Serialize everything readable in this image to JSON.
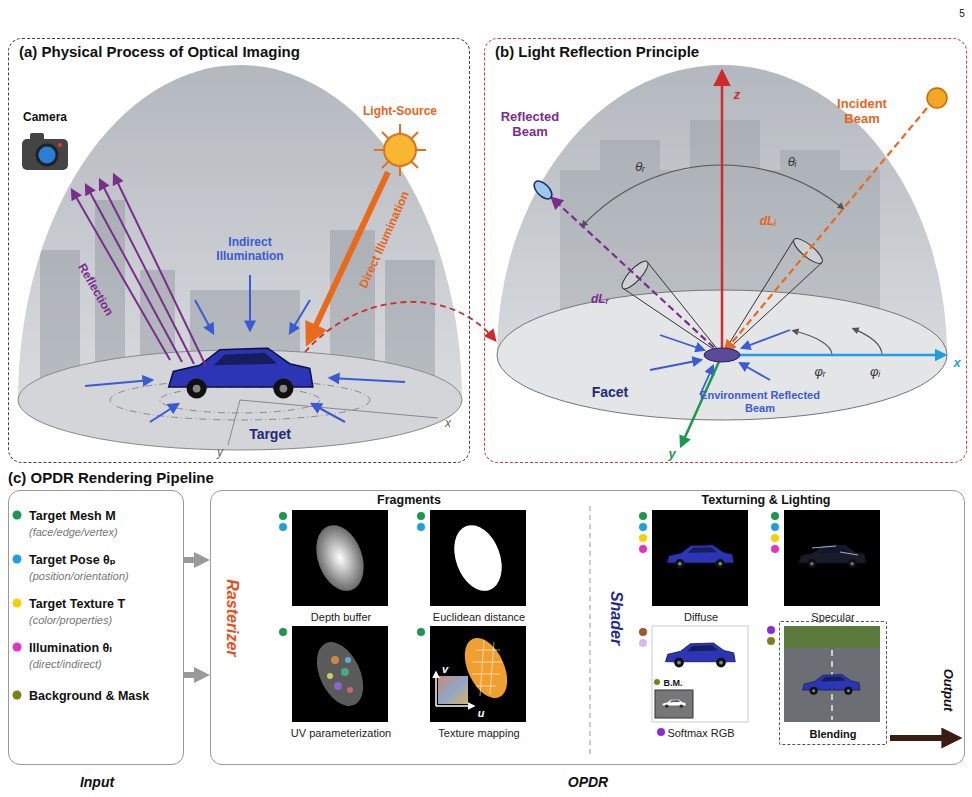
{
  "diagram": {
    "nodes": [
      {
        "text": [
          "(a) Physical Process of Optical Imaging"
        ]
      },
      {
        "text": [
          "(b) Light Reflection Principle"
        ]
      },
      {
        "text": [
          "Target Mesh M",
          "(face/edge/vertex)",
          "Target Pose θₚ",
          "(position/orientation)",
          "Target Texture T",
          "(color/properties)",
          "Illumination θₗ",
          "(direct/indirect)",
          "Background & Mask",
          "Input"
        ]
      },
      {
        "text": [
          "OPDR"
        ]
      },
      {
        "text": [
          "Depth buffer"
        ],
        "in": 3
      },
      {
        "text": [
          "Euclidean distance"
        ],
        "in": 3
      },
      {
        "text": [
          "UV parameterization"
        ],
        "in": 3
      },
      {
        "text": [
          "v",
          "u",
          "Texture mapping"
        ],
        "in": 3
      },
      {
        "text": [
          "Diffuse"
        ],
        "in": 3
      },
      {
        "text": [
          "Specular"
        ],
        "in": 3
      },
      {
        "text": [
          "B.M.",
          "Softmax RGB"
        ],
        "in": 3
      },
      {
        "text": [
          "Blending"
        ],
        "in": 3
      }
    ],
    "edges": [
      {
        "from": 2,
        "to": 3,
        "arrow": "to"
      },
      {
        "from": 2,
        "to": 3,
        "arrow": "to"
      }
    ],
    "labels": [
      "5",
      "Camera",
      "Light-Source",
      "Reflection",
      "Indirect Illumination",
      "Direct Illumination",
      "Target",
      "x",
      "y",
      "Reflected Beam",
      "Incident Beam",
      "z",
      "θᵣ",
      "θᵢ",
      "dLᵣ",
      "dLᵢ",
      "Facet",
      "φᵣ",
      "φᵢ",
      "x",
      "y",
      "Environment Reflected Beam",
      "(c) OPDR Rendering Pipeline",
      "Fragments",
      "Texturning & Lighting",
      "Rasterizer",
      "Shader",
      "Output"
    ]
  }
}
